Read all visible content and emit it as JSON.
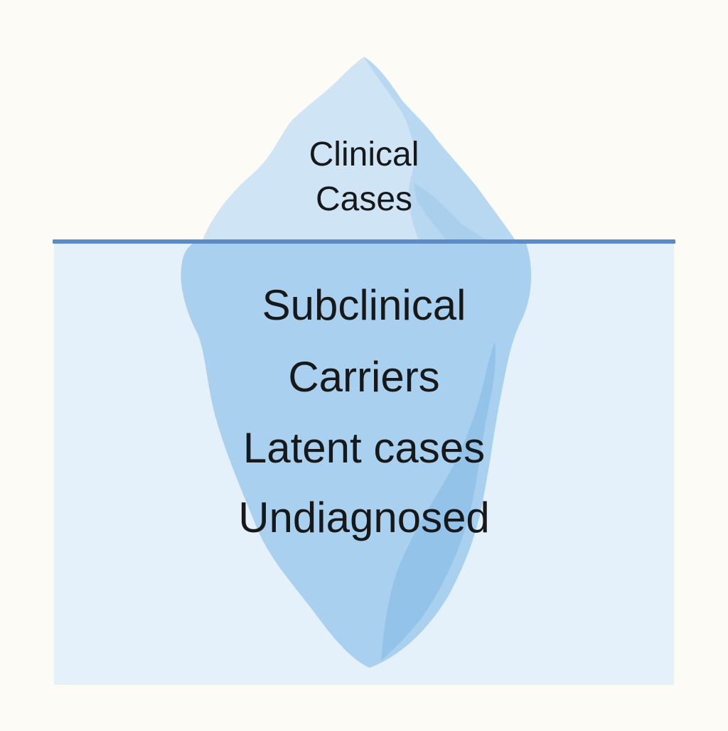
{
  "colors": {
    "background": "#fcfbf5",
    "water": "#e4f1fb",
    "waterline": "#5b8cc6",
    "ice_above": "#cfe5f5",
    "ice_above_shade": "#b7d8f0",
    "ice_below": "#a9d1ef",
    "ice_below_shade": "#93c3e8",
    "text": "#17181a"
  },
  "above_water": {
    "lines": [
      "Clinical",
      "Cases"
    ]
  },
  "below_water": {
    "lines": [
      "Subclinical",
      "Carriers",
      "Latent cases",
      "Undiagnosed"
    ]
  }
}
